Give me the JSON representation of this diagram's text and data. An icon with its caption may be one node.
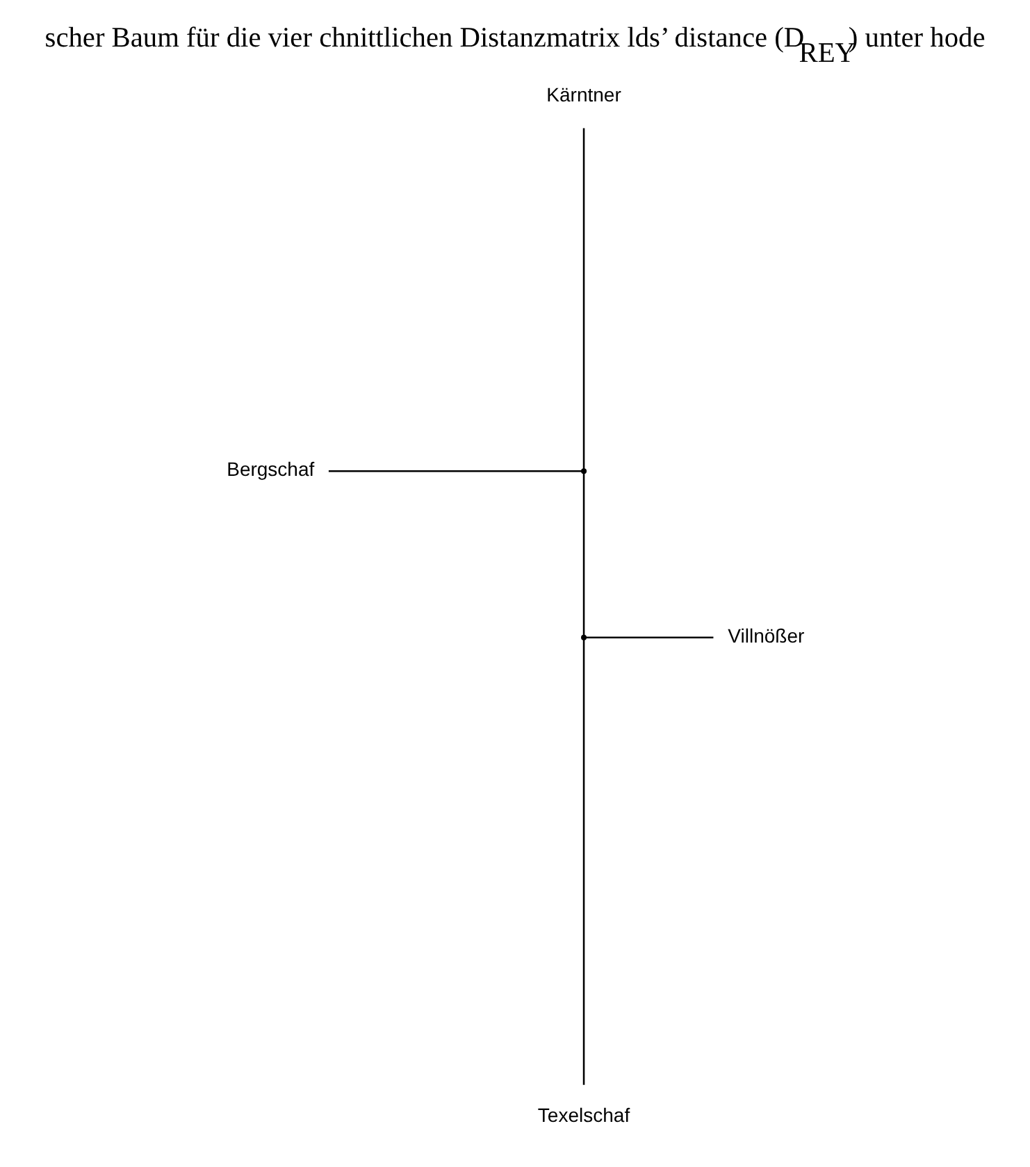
{
  "diagram": {
    "caption": "scher Baum für die vier chnittlichen Distanzmatrix lds’ distance (D$_{REY}$) unter hode",
    "nodes": [
      {
        "text": [
          "Kärntner"
        ]
      },
      {
        "text": [
          "Bergschaf"
        ]
      },
      {
        "text": [],
        "shape": "point"
      },
      {
        "text": [],
        "shape": "point"
      },
      {
        "text": [
          "Villnößer"
        ]
      },
      {
        "text": [
          "Texelschaf"
        ]
      }
    ],
    "edges": [
      {
        "from": 1,
        "to": 2,
        "arrow": "none"
      },
      {
        "from": 0,
        "to": 2,
        "arrow": "none"
      },
      {
        "from": 2,
        "to": 3,
        "arrow": "none"
      },
      {
        "from": 3,
        "to": 4,
        "arrow": "none"
      },
      {
        "from": 3,
        "to": 5,
        "arrow": "none"
      }
    ]
  }
}
